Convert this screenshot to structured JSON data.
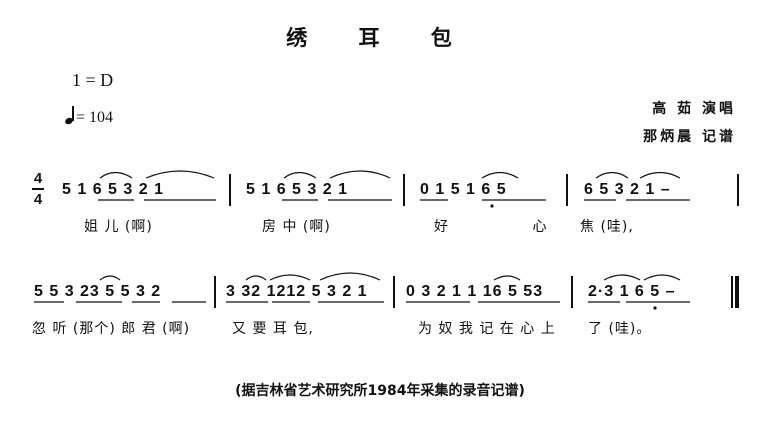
{
  "title": "绣 耳 包",
  "key": "1 = D",
  "tempo": "= 104",
  "singer": "高 茹 演唱",
  "transcriber": "那炳晨 记谱",
  "time_signature": {
    "top": "4",
    "bottom": "4"
  },
  "line1": {
    "measures": [
      "5 1 6 5 3 2 1",
      "5 1 6 5 3 2 1",
      "0 1 5 1 6 5",
      "6 5 3 2 1 –"
    ],
    "lyrics": [
      "姐 儿 (啊)",
      "房 中 (啊)",
      "好 心",
      "焦 (哇),"
    ]
  },
  "line2": {
    "measures": [
      "5 5 3 23 5 5 3 2",
      "3 32 1212 5 3 2 1",
      "0 3 2 1 1 16 5 53",
      "2·3 1 6 5 –"
    ],
    "lyrics": [
      "忽 听 (那个) 郎 君 (啊)",
      "又 要 耳 包,",
      "为 奴 我 记 在 心 上",
      "了 (哇)。"
    ]
  },
  "footer": "(据吉林省艺术研究所1984年采集的录音记谱)"
}
